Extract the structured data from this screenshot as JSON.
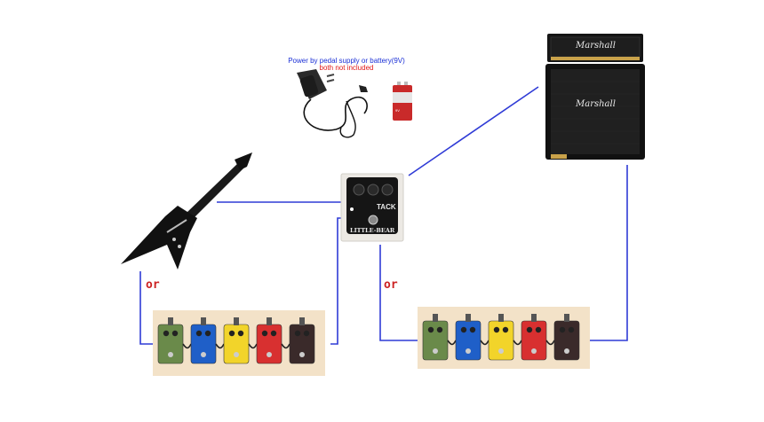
{
  "power": {
    "title": "Power by pedal supply or battery(9V)",
    "note": "both not included"
  },
  "connectors": {
    "or_left": "or",
    "or_right": "or"
  },
  "amp": {
    "head_brand": "Marshall",
    "cabinet_brand": "Marshall"
  },
  "main_pedal": {
    "name": "TACK",
    "brand": "LITTLE-BEAR"
  },
  "colors": {
    "cable": "#2f3bd6",
    "power_title": "#1a2fd6",
    "power_note": "#e01818",
    "or_text": "#cc2222",
    "board": "#f3e2c8"
  },
  "pedalboards": [
    {
      "pedals": [
        {
          "color": "#6a8a4a",
          "icon": "green-pedal"
        },
        {
          "color": "#1f5fc8",
          "icon": "blue-pedal"
        },
        {
          "color": "#f2d42a",
          "icon": "yellow-pedal"
        },
        {
          "color": "#d83030",
          "icon": "red-pedal"
        },
        {
          "color": "#3a2a2a",
          "icon": "black-pedal"
        }
      ]
    },
    {
      "pedals": [
        {
          "color": "#6a8a4a",
          "icon": "green-pedal"
        },
        {
          "color": "#1f5fc8",
          "icon": "blue-pedal"
        },
        {
          "color": "#f2d42a",
          "icon": "yellow-pedal"
        },
        {
          "color": "#d83030",
          "icon": "red-pedal"
        },
        {
          "color": "#3a2a2a",
          "icon": "black-pedal"
        }
      ]
    }
  ]
}
